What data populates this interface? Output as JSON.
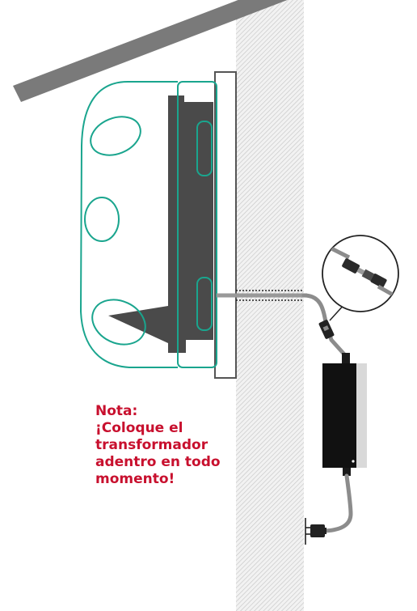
{
  "note": {
    "heading": "Nota:",
    "lines": [
      "¡Coloque el",
      "transformador",
      "adentro en todo",
      "momento!"
    ]
  },
  "colors": {
    "note_text": "#c8102e",
    "outline": "#1aa58e",
    "roof": "#7a7a7a",
    "mount": "#4a4a4a",
    "cable": "#8c8c8c",
    "transformer": "#111111",
    "wall_hatch": "#c4c4c4"
  },
  "icons": {
    "roof": "roof-slab",
    "wall": "hatched-wall",
    "charger": "wall-charger-outline",
    "bracket": "mounting-bracket",
    "transformer": "power-transformer-box",
    "connector": "cable-connector-magnifier",
    "plug": "wall-plug"
  }
}
